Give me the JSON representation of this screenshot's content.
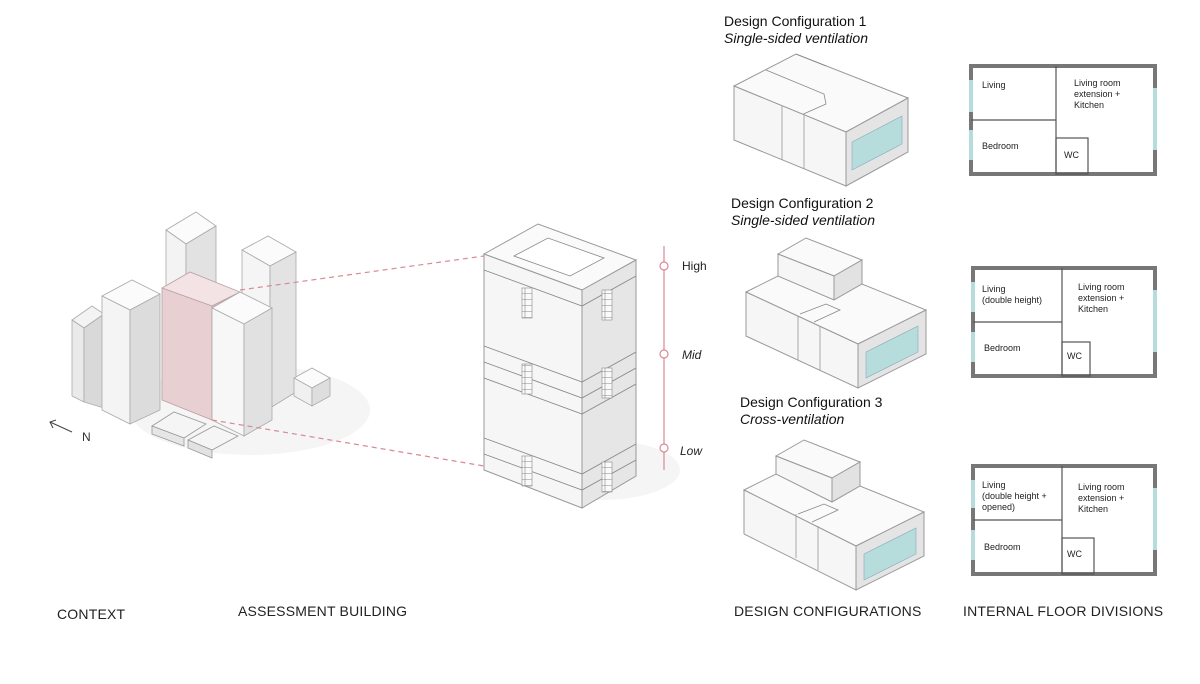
{
  "captions": {
    "context": "CONTEXT",
    "assessment": "ASSESSMENT BUILDING",
    "configurations": "DESIGN CONFIGURATIONS",
    "floor_divisions": "INTERNAL FLOOR DIVISIONS"
  },
  "north_label": "N",
  "levels": {
    "high": "High",
    "mid": "Mid",
    "low": "Low"
  },
  "configs": [
    {
      "title": "Design Configuration 1",
      "subtitle": "Single-sided ventilation"
    },
    {
      "title": "Design Configuration 2",
      "subtitle": "Single-sided ventilation"
    },
    {
      "title": "Design Configuration 3",
      "subtitle": "Cross-ventilation"
    }
  ],
  "plans": [
    {
      "living": "Living",
      "extension": "Living room\nextension +\nKitchen",
      "bedroom": "Bedroom",
      "wc": "WC"
    },
    {
      "living": "Living\n(double height)",
      "extension": "Living room\nextension +\nKitchen",
      "bedroom": "Bedroom",
      "wc": "WC"
    },
    {
      "living": "Living\n(double height +\nopened)",
      "extension": "Living room\nextension +\nKitchen",
      "bedroom": "Bedroom",
      "wc": "WC"
    }
  ],
  "colors": {
    "highlight": "#e8cfd2",
    "dashed": "#d98a95",
    "window": "#b7dcdc",
    "wall": "#777777"
  }
}
